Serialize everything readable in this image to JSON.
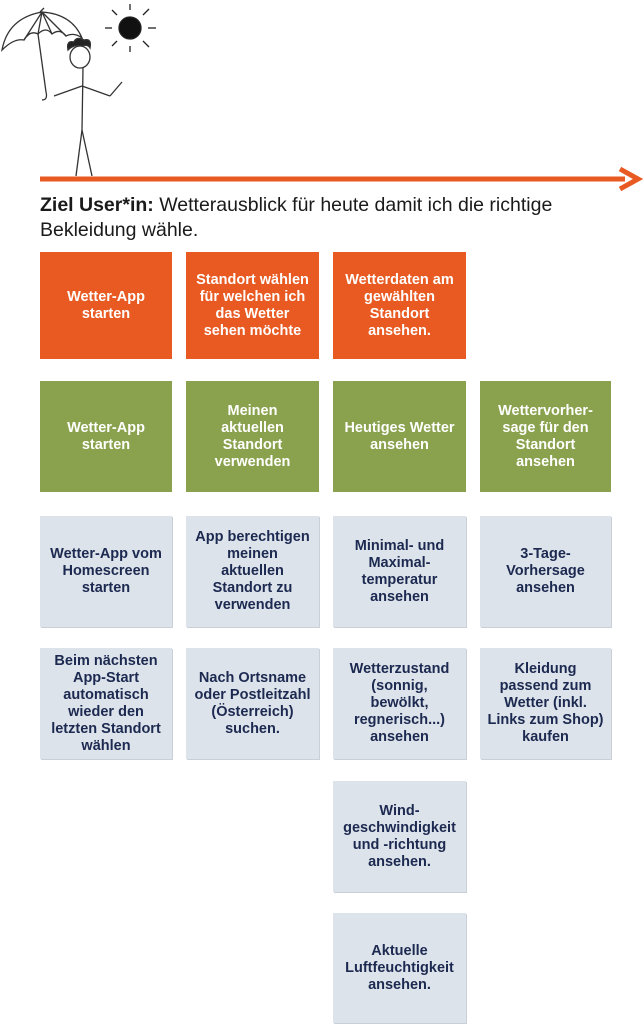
{
  "goal": {
    "label": "Ziel User*in:",
    "text": " Wetterausblick für heute damit ich die richtige Bekleidung wähle."
  },
  "colors": {
    "activity": "#e85a22",
    "task": "#8aa24d",
    "story": "#dde3ea",
    "story_text": "#1c2950",
    "arrow": "#e85a22"
  },
  "icons": [
    "stick-figure-icon",
    "umbrella-icon",
    "sun-icon",
    "timeline-arrow-icon"
  ],
  "activities": [
    "Wetter-App\nstarten",
    "Standort wählen\nfür welchen ich\ndas Wetter\nsehen möchte",
    "Wetterdaten am\ngewählten\nStandort\nansehen."
  ],
  "tasks": [
    "Wetter-App\nstarten",
    "Meinen\naktuellen\nStandort\nverwenden",
    "Heutiges Wetter\nansehen",
    "Wettervorher-\nsage für den\nStandort\nansehen"
  ],
  "stories": {
    "col1": [
      "Wetter-App vom\nHomescreen\nstarten",
      "Beim nächsten\nApp-Start\nautomatisch\nwieder den\nletzten Standort\nwählen"
    ],
    "col2": [
      "App berechtigen\nmeinen\naktuellen\nStandort zu\nverwenden",
      "Nach Ortsname\noder Postleitzahl\n(Österreich)\nsuchen."
    ],
    "col3": [
      "Minimal- und\nMaximal-\ntemperatur\nansehen",
      "Wetterzustand\n(sonnig,\nbewölkt,\nregnerisch...)\nansehen",
      "Wind-\ngeschwindigkeit\nund -richtung\nansehen.",
      "Aktuelle\nLuftfeuchtigkeit\nansehen."
    ],
    "col4": [
      "3-Tage-\nVorhersage\nansehen",
      "Kleidung\npassend zum\nWetter (inkl.\nLinks zum Shop)\nkaufen"
    ]
  }
}
